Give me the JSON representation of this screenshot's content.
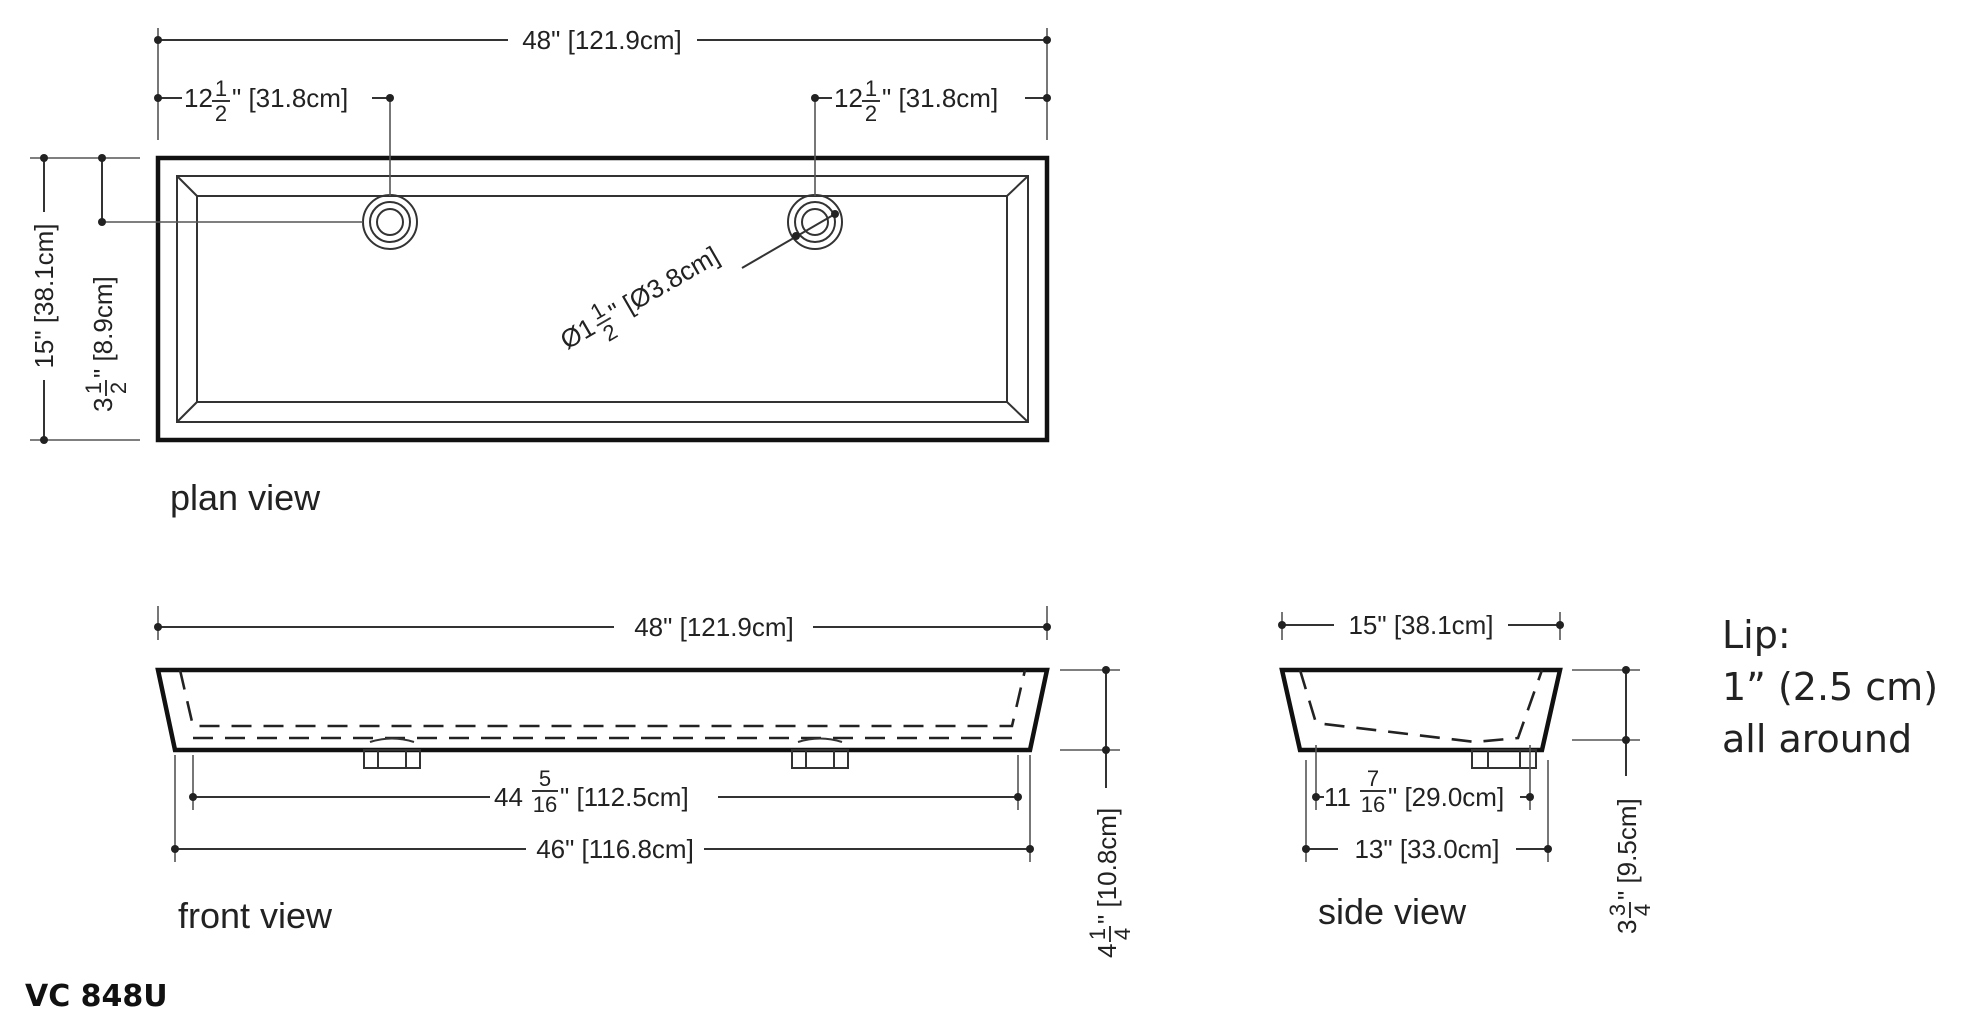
{
  "model": "VC 848U",
  "lip_note": {
    "line1": "Lip:",
    "line2": "1” (2.5 cm)",
    "line3": "all around"
  },
  "views": {
    "plan": {
      "label": "plan view",
      "overall_width": "48\" [121.9cm]",
      "drain_offset_left_whole": "12",
      "drain_offset_left_cm": "\" [31.8cm]",
      "drain_offset_right_whole": "12",
      "drain_offset_right_cm": "\" [31.8cm]",
      "depth_overall": "15\" [38.1cm]",
      "drain_from_back_whole": "3",
      "drain_from_back_cm": "\" [8.9cm]",
      "drain_diameter_prefix": "Ø1",
      "drain_diameter_cm": "\" [Ø3.8cm]",
      "half_num": "1",
      "half_den": "2"
    },
    "front": {
      "label": "front view",
      "overall_width": "48\" [121.9cm]",
      "inner_width_whole": "44",
      "inner_width_num": "5",
      "inner_width_den": "16",
      "inner_width_cm": "\" [112.5cm]",
      "base_width": "46\" [116.8cm]",
      "height_whole": "4",
      "height_num": "1",
      "height_den": "4",
      "height_cm": "\" [10.8cm]"
    },
    "side": {
      "label": "side view",
      "overall_depth": "15\" [38.1cm]",
      "inner_depth_whole": "11",
      "inner_depth_num": "7",
      "inner_depth_den": "16",
      "inner_depth_cm": "\" [29.0cm]",
      "base_depth": "13\" [33.0cm]",
      "height_whole": "3",
      "height_num": "3",
      "height_den": "4",
      "height_cm": "\" [9.5cm]"
    }
  }
}
